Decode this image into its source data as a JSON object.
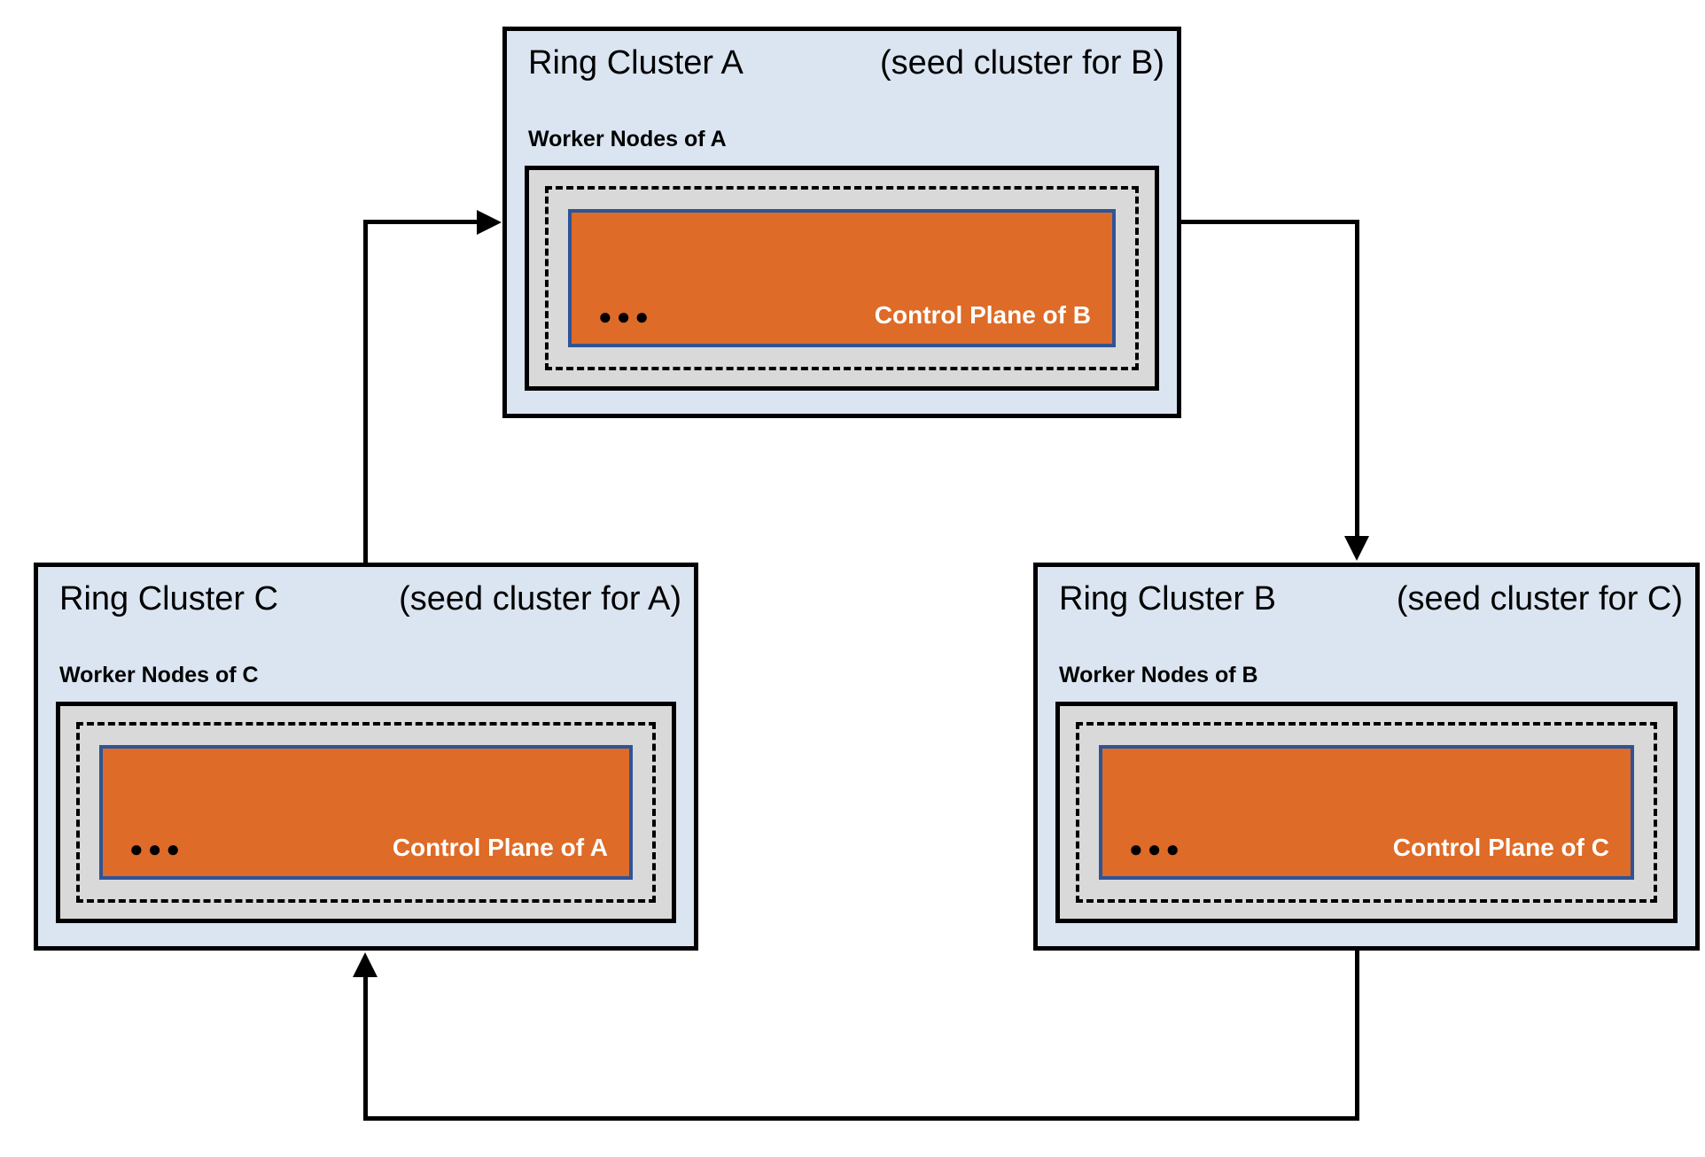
{
  "clusters": [
    {
      "id": "A",
      "title": "Ring Cluster A",
      "subtitle": "(seed cluster for B)",
      "worker_label": "Worker Nodes of A",
      "control_plane_label": "Control Plane of B",
      "dots": "●●●"
    },
    {
      "id": "C",
      "title": "Ring Cluster C",
      "subtitle": "(seed cluster for A)",
      "worker_label": "Worker Nodes of C",
      "control_plane_label": "Control Plane of A",
      "dots": "●●●"
    },
    {
      "id": "B",
      "title": "Ring Cluster B",
      "subtitle": "(seed cluster for C)",
      "worker_label": "Worker Nodes of B",
      "control_plane_label": "Control Plane of C",
      "dots": "●●●"
    }
  ],
  "arrows": [
    {
      "from": "Ring Cluster C",
      "to": "Ring Cluster A",
      "meaning": "C is seed cluster for A"
    },
    {
      "from": "Ring Cluster A",
      "to": "Ring Cluster B",
      "meaning": "A is seed cluster for B"
    },
    {
      "from": "Ring Cluster B",
      "to": "Ring Cluster C",
      "meaning": "B is seed cluster for C"
    }
  ],
  "colors": {
    "cluster_fill": "#dbe5f1",
    "worker_box_fill": "#d9d9d9",
    "control_plane_fill": "#de6b27",
    "control_plane_border": "#2f5496",
    "border_and_lines": "#000000",
    "control_plane_text": "#ffffff",
    "background": "#ffffff"
  }
}
